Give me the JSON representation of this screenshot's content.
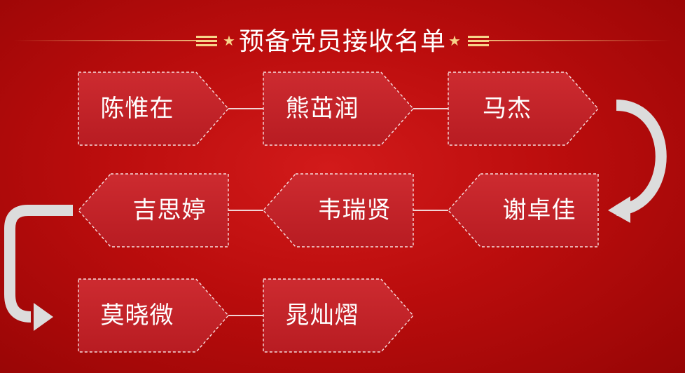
{
  "title": "预备党员接收名单",
  "colors": {
    "background": "#c00d0d",
    "node_fill": "#c7262b",
    "accent_gold": "#f7d48a",
    "arrow": "#dcdcdc",
    "text": "#ffffff"
  },
  "icons": {
    "title_left": "star-icon",
    "title_right": "star-icon",
    "flow_turn_right": "curved-arrow-icon",
    "flow_turn_left": "curved-arrow-icon"
  },
  "rows": [
    {
      "direction": "right",
      "names": [
        "陈惟在",
        "熊茁润",
        "马杰"
      ]
    },
    {
      "direction": "left",
      "names": [
        "谢卓佳",
        "韦瑞贤",
        "吉思婷"
      ]
    },
    {
      "direction": "right",
      "names": [
        "莫晓微",
        "晁灿熠"
      ]
    }
  ]
}
